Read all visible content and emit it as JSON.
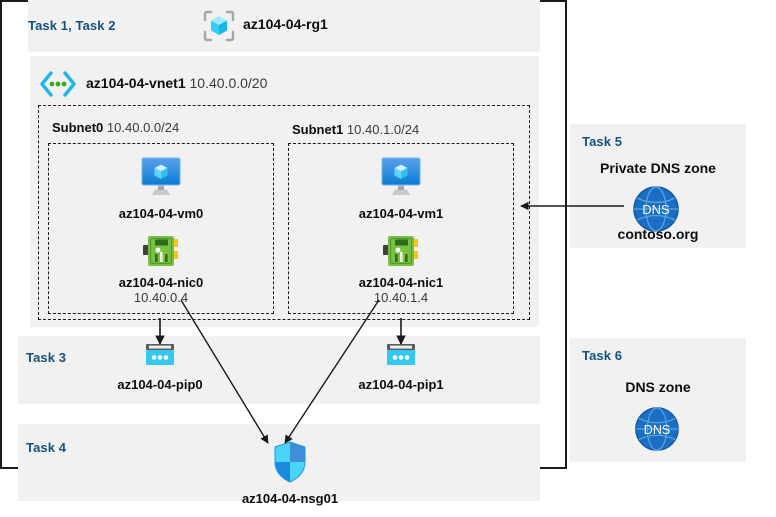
{
  "diagram": {
    "title": "Azure AZ-104 Lab 04 network topology",
    "colors": {
      "panel_bg": "#f1f1f1",
      "task_label": "#15517f",
      "text_dark": "#0d0d0d",
      "text_grey": "#3a3a3a",
      "border": "#1a1a1a",
      "azure_cyan": "#32c8f0",
      "azure_blue": "#1b93d8",
      "dns_blue": "#1a6fc4",
      "nic_green": "#6cbb45"
    }
  },
  "resource_group": {
    "task_label": "Task 1, Task 2",
    "icon": "resource-group-icon",
    "name": "az104-04-rg1"
  },
  "vnet": {
    "icon": "virtual-network-icon",
    "name": "az104-04-vnet1",
    "address_space": "10.40.0.0/20"
  },
  "subnets": [
    {
      "name": "Subnet0",
      "cidr": "10.40.0.0/24",
      "resources": [
        {
          "icon": "virtual-machine-icon",
          "name": "az104-04-vm0",
          "ip": ""
        },
        {
          "icon": "network-interface-icon",
          "name": "az104-04-nic0",
          "ip": "10.40.0.4"
        }
      ]
    },
    {
      "name": "Subnet1",
      "cidr": "10.40.1.0/24",
      "resources": [
        {
          "icon": "virtual-machine-icon",
          "name": "az104-04-vm1",
          "ip": ""
        },
        {
          "icon": "network-interface-icon",
          "name": "az104-04-nic1",
          "ip": "10.40.1.4"
        }
      ]
    }
  ],
  "task3": {
    "task_label": "Task 3",
    "public_ips": [
      {
        "icon": "public-ip-address-icon",
        "name": "az104-04-pip0"
      },
      {
        "icon": "public-ip-address-icon",
        "name": "az104-04-pip1"
      }
    ]
  },
  "task4": {
    "task_label": "Task 4",
    "nsg": {
      "icon": "network-security-group-icon",
      "name": "az104-04-nsg01"
    }
  },
  "task5": {
    "task_label": "Task 5",
    "heading": "Private DNS zone",
    "icon": "dns-zone-icon",
    "icon_text": "DNS",
    "zone_name": "contoso.org"
  },
  "task6": {
    "task_label": "Task 6",
    "heading": "DNS zone",
    "icon": "dns-zone-icon",
    "icon_text": "DNS"
  },
  "connections": [
    {
      "from": "az104-04-nic0",
      "to": "az104-04-pip0",
      "style": "arrow-down"
    },
    {
      "from": "az104-04-nic1",
      "to": "az104-04-pip1",
      "style": "arrow-down"
    },
    {
      "from": "az104-04-nic0",
      "to": "az104-04-nsg01",
      "style": "arrow-diagonal"
    },
    {
      "from": "az104-04-nic1",
      "to": "az104-04-nsg01",
      "style": "arrow-diagonal"
    },
    {
      "from": "contoso.org",
      "to": "Subnet1",
      "style": "arrow-left"
    }
  ]
}
